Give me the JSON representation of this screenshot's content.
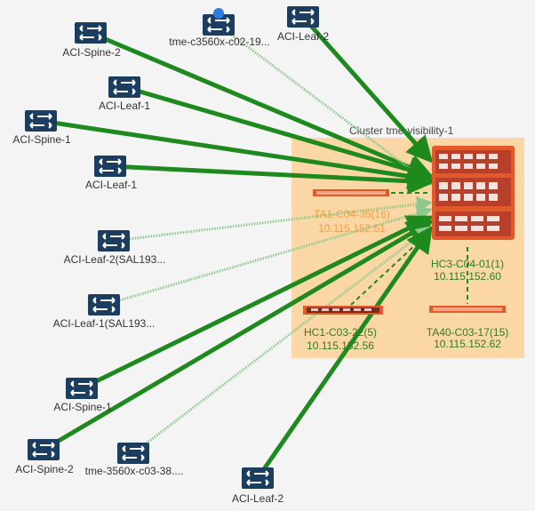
{
  "cluster": {
    "label": "Cluster tme-visibility-1"
  },
  "nodes": [
    {
      "id": "s1",
      "label": "ACI-Spine-2"
    },
    {
      "id": "s2",
      "label": "tme-c3560x-c02-19..."
    },
    {
      "id": "s3",
      "label": "ACI-Leaf-2"
    },
    {
      "id": "s4",
      "label": "ACI-Leaf-1"
    },
    {
      "id": "s5",
      "label": "ACI-Spine-1"
    },
    {
      "id": "s6",
      "label": "ACI-Leaf-1"
    },
    {
      "id": "s7",
      "label": "ACI-Leaf-2(SAL193..."
    },
    {
      "id": "s8",
      "label": "ACI-Leaf-1(SAL193..."
    },
    {
      "id": "s9",
      "label": "ACI-Spine-1"
    },
    {
      "id": "s10",
      "label": "ACI-Spine-2"
    },
    {
      "id": "s11",
      "label": "tme-3560x-c03-38...."
    },
    {
      "id": "s12",
      "label": "ACI-Leaf-2"
    }
  ],
  "devices": [
    {
      "id": "d1",
      "name": "TA1-C04-35(16)",
      "ip": "10.115.152.51"
    },
    {
      "id": "d2",
      "name": "HC3-C04-01(1)",
      "ip": "10.115.152.60"
    },
    {
      "id": "d3",
      "name": "HC1-C03-22(5)",
      "ip": "10.115.152.56"
    },
    {
      "id": "d4",
      "name": "TA40-C03-17(15)",
      "ip": "10.115.152.62"
    }
  ],
  "links": [
    {
      "from": "s1",
      "style": "solid"
    },
    {
      "from": "s2",
      "style": "dotted"
    },
    {
      "from": "s3",
      "style": "solid"
    },
    {
      "from": "s4",
      "style": "solid"
    },
    {
      "from": "s5",
      "style": "solid"
    },
    {
      "from": "s6",
      "style": "solid"
    },
    {
      "from": "s7",
      "style": "dotted"
    },
    {
      "from": "s8",
      "style": "dotted"
    },
    {
      "from": "s9",
      "style": "solid"
    },
    {
      "from": "s10",
      "style": "solid"
    },
    {
      "from": "s11",
      "style": "dotted"
    },
    {
      "from": "s12",
      "style": "solid"
    }
  ],
  "colors": {
    "edge": "#1e8a1e",
    "edge_dotted": "#8cc98c",
    "switch_icon": "#1b3d5f",
    "cluster_bg": "#fbd7a6",
    "device": "#e25a2b",
    "label_green": "#2e7d1d",
    "label_orange": "#f0a040",
    "selected_dot": "#2f7be0"
  }
}
